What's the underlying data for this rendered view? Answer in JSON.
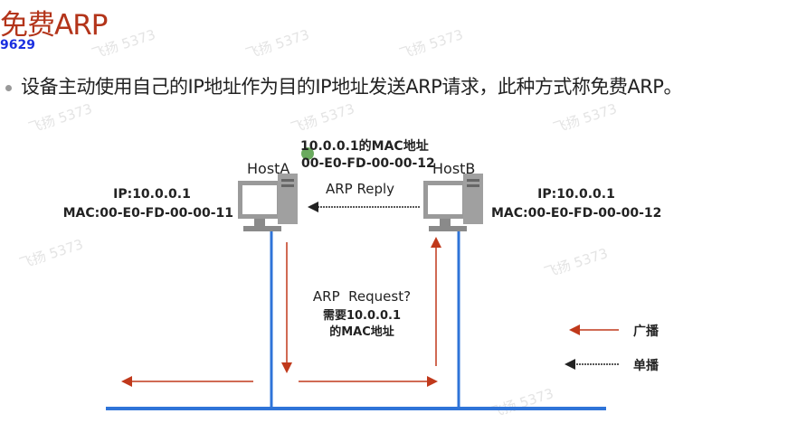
{
  "slide": {
    "title": "免费ARP",
    "id_label": "9629",
    "bullet": "设备主动使用自己的IP地址作为目的IP地址发送ARP请求，此种方式称免费ARP。",
    "watermark": "飞扬 5373"
  },
  "diagram": {
    "hostA": {
      "name": "HostA",
      "ip": "IP:10.0.0.1",
      "mac": "MAC:00-E0-FD-00-00-11"
    },
    "hostB": {
      "name": "HostB",
      "ip": "IP:10.0.0.1",
      "mac": "MAC:00-E0-FD-00-00-12"
    },
    "reply_note_line1": "10.0.0.1的MAC地址",
    "reply_note_line2": "00-E0-FD-00-00-12",
    "arp_reply": "ARP Reply",
    "request_line1": "ARP  Request?",
    "request_line2": "需要10.0.0.1",
    "request_line3": "的MAC地址",
    "legend": {
      "broadcast": "广播",
      "unicast": "单播"
    },
    "colors": {
      "broadcast": "#c0391b",
      "bus": "#2f74d8",
      "unicast": "#222222"
    }
  }
}
